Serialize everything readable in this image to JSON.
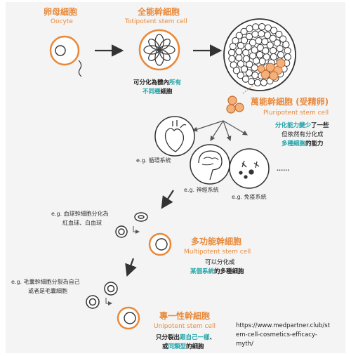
{
  "oocyte": {
    "zh": "卵母細胞",
    "en": "Oocyte"
  },
  "totipotent": {
    "zh": "全能幹細胞",
    "en": "Totipotent stem cell",
    "desc_line1_a": "可分化為體內",
    "desc_line1_b": "所有",
    "desc_line2_a": "不同種",
    "desc_line2_b": "細胞"
  },
  "pluripotent": {
    "zh": "萬能幹細胞 (受精卵)",
    "en": "Pluripotent stem cell",
    "desc_line1_a": "分化能力變少",
    "desc_line1_b": "了一些",
    "desc_line2": "但依然有分化成",
    "desc_line3_a": "多種細胞",
    "desc_line3_b": "的能力"
  },
  "systems": {
    "circulatory": "e.g. 循環系統",
    "nervous": "e.g. 神經系統",
    "immune": "e.g. 免疫系統",
    "ellipsis": "......"
  },
  "multipotent": {
    "zh": "多功能幹細胞",
    "en": "Multipotent stem cell",
    "example_line1": "e.g. 血球幹細胞分化為",
    "example_line2": "紅血球、白血球",
    "desc_line1": "可以分化成",
    "desc_line2_a": "某個系統",
    "desc_line2_b": "的多種細胞"
  },
  "unipotent": {
    "zh": "專一性幹細胞",
    "en": "Unipotent stem cell",
    "example_line1": "e.g. 毛囊幹細胞分裂為自己",
    "example_line2": "或者是毛囊細胞",
    "desc_line1_a": "只分裂出",
    "desc_line1_b": "跟自己一樣",
    "desc_line1_c": "、",
    "desc_line2_a": "或",
    "desc_line2_b": "同類型",
    "desc_line2_c": "的細胞"
  },
  "source": {
    "line1": "https://www.medpartner.club/st",
    "line2": "em-cell-cosmetics-efficacy-",
    "line3": "myth/"
  },
  "colors": {
    "orange": "#e8893a",
    "teal": "#1fa3a8",
    "dark": "#333333",
    "panel": "#f4f4f4"
  }
}
